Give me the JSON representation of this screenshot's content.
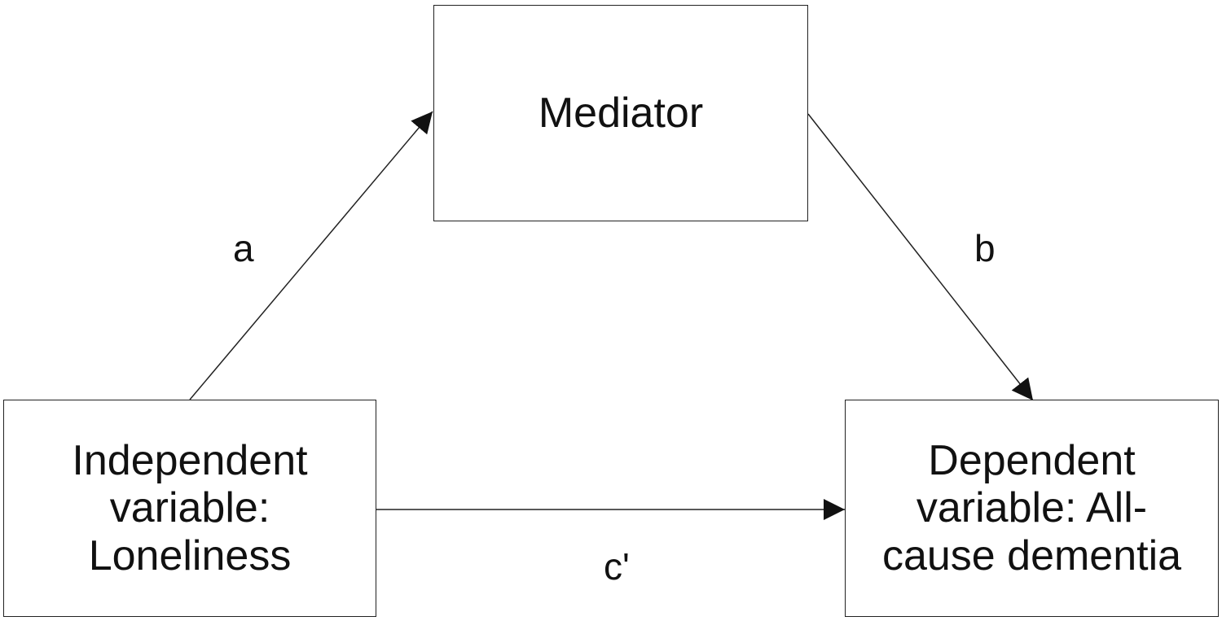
{
  "diagram": {
    "nodes": {
      "mediator": {
        "lines": [
          "Mediator"
        ]
      },
      "independent": {
        "lines": [
          "Independent",
          "variable:",
          "Loneliness"
        ]
      },
      "dependent": {
        "lines": [
          "Dependent",
          "variable: All-",
          "cause dementia"
        ]
      }
    },
    "edges": {
      "a": {
        "label": "a",
        "from": "independent",
        "to": "mediator"
      },
      "b": {
        "label": "b",
        "from": "mediator",
        "to": "dependent"
      },
      "c_prime": {
        "label": "c'",
        "from": "independent",
        "to": "dependent"
      }
    }
  }
}
